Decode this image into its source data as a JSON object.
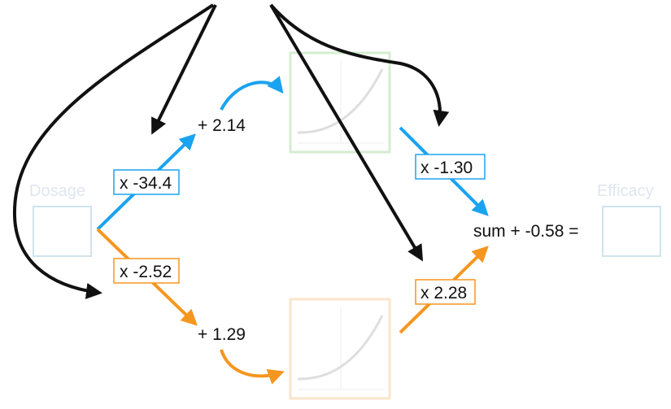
{
  "input": {
    "label": "Dosage"
  },
  "output": {
    "label": "Efficacy"
  },
  "top_path": {
    "weight": "x -34.4",
    "bias": "+ 2.14",
    "out_weight": "x -1.30"
  },
  "bottom_path": {
    "weight": "x -2.52",
    "bias": "+ 1.29",
    "out_weight": "x 2.28"
  },
  "sum": {
    "label": "sum + -0.58 ="
  },
  "colors": {
    "top": "#1aa3f0",
    "bottom": "#f5961f",
    "black": "#111111",
    "faded_text": "#dfe6ee",
    "faded_box": "#cfe3ec",
    "faded_green": "#d6ecd2",
    "faded_orange": "#fbe4cc",
    "curve": "#dedede"
  },
  "icons": [
    "activation-curve-icon",
    "arrow-icon"
  ]
}
